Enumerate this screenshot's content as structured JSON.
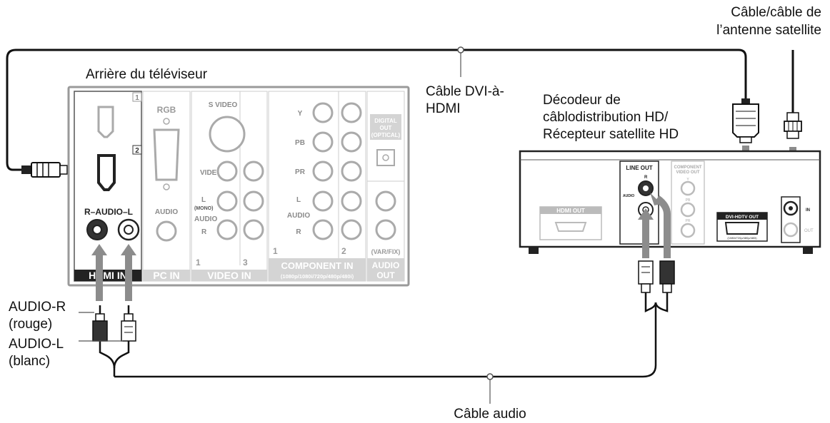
{
  "callouts": {
    "tv_rear": "Arrière du téléviseur",
    "dvi_cable_line1": "Câble DVI-à-",
    "dvi_cable_line2": "HDMI",
    "decoder_line1": "Décodeur de",
    "decoder_line2": "câblodistribution HD/",
    "decoder_line3": "Récepteur satellite HD",
    "antenna_line1": "Câble/câble de",
    "antenna_line2": "l’antenne satellite",
    "audio_r_line1": "AUDIO-R",
    "audio_r_line2": "(rouge)",
    "audio_l_line1": "AUDIO-L",
    "audio_l_line2": "(blanc)",
    "audio_cable": "Câble audio"
  },
  "tv_panel": {
    "hdmi_num_1": "1",
    "hdmi_num_2": "2",
    "r_audio_l": "R–AUDIO–L",
    "hdmi_footer": "HDMI IN",
    "rgb": "RGB",
    "audio": "AUDIO",
    "pc_in": "PC  IN",
    "s_video": "S VIDEO",
    "video": "VIDEO",
    "l_mono": "L",
    "mono": "(MONO)",
    "audio_v": "AUDIO",
    "r": "R",
    "video_in": "VIDEO IN",
    "vid_num_1": "1",
    "vid_num_3": "3",
    "y": "Y",
    "pb": "PB",
    "pr": "PR",
    "comp_l": "L",
    "comp_audio": "AUDIO",
    "comp_r": "R",
    "comp_num_1": "1",
    "comp_num_2": "2",
    "component_in": "COMPONENT IN",
    "component_res": "(1080p/1080i/720p/480p/480i)",
    "digital_out_1": "DIGITAL",
    "digital_out_2": "OUT",
    "digital_out_3": "(OPTICAL)",
    "var_fix": "(VAR/FIX)",
    "audio_out_1": "AUDIO",
    "audio_out_2": "OUT"
  },
  "decoder": {
    "hdmi_out": "HDMI OUT",
    "line_out": "LINE OUT",
    "line_r": "R",
    "line_audio": "AUDIO",
    "component_video_out_1": "COMPONENT",
    "component_video_out_2": "VIDEO OUT",
    "y": "Y",
    "pb": "PB",
    "pr": "PR",
    "dvi_hdtv_out": "DVI-HDTV OUT",
    "dvi_res": "(1080i/720p/480p/480i)",
    "in": "IN",
    "out": "OUT"
  }
}
